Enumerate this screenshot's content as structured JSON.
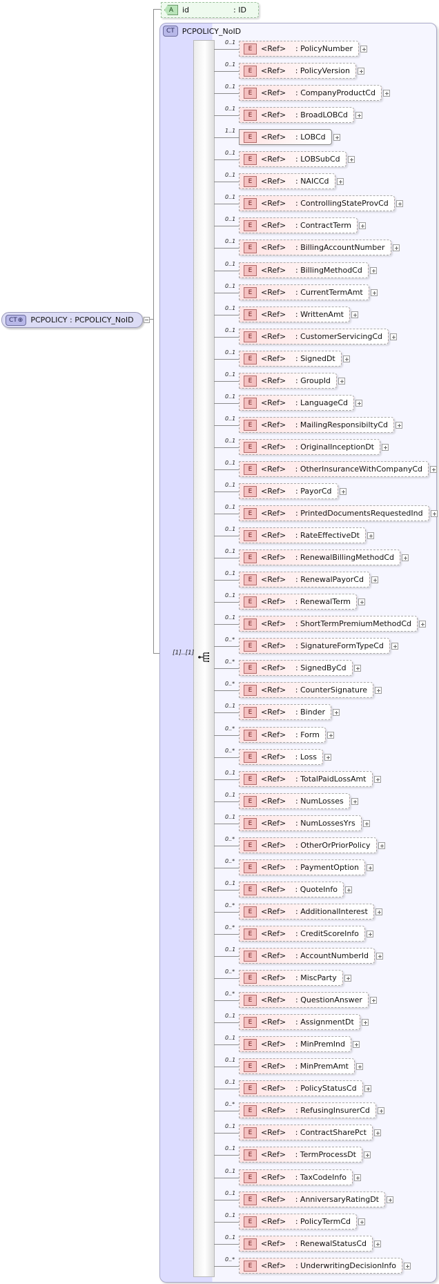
{
  "root": {
    "badge": "CT",
    "label": "PCPOLICY : PCPOLICY_NoID"
  },
  "attribute": {
    "badge": "A",
    "name": "id",
    "type": ": ID"
  },
  "complex_type": {
    "badge": "CT",
    "name": "PCPOLICY_NoID"
  },
  "sequence": {
    "cardinality": "[1]..[1]"
  },
  "element_badge": "E",
  "ref_label": "<Ref>",
  "elements": [
    {
      "name": ": PolicyNumber",
      "card": "0..1"
    },
    {
      "name": ": PolicyVersion",
      "card": "0..1"
    },
    {
      "name": ": CompanyProductCd",
      "card": "0..1"
    },
    {
      "name": ": BroadLOBCd",
      "card": "0..1"
    },
    {
      "name": ": LOBCd",
      "card": "1..1"
    },
    {
      "name": ": LOBSubCd",
      "card": "0..1"
    },
    {
      "name": ": NAICCd",
      "card": "0..1"
    },
    {
      "name": ": ControllingStateProvCd",
      "card": "0..1"
    },
    {
      "name": ": ContractTerm",
      "card": "0..1"
    },
    {
      "name": ": BillingAccountNumber",
      "card": "0..1"
    },
    {
      "name": ": BillingMethodCd",
      "card": "0..1"
    },
    {
      "name": ": CurrentTermAmt",
      "card": "0..1"
    },
    {
      "name": ": WrittenAmt",
      "card": "0..1"
    },
    {
      "name": ": CustomerServicingCd",
      "card": "0..1"
    },
    {
      "name": ": SignedDt",
      "card": "0..1"
    },
    {
      "name": ": GroupId",
      "card": "0..1"
    },
    {
      "name": ": LanguageCd",
      "card": "0..1"
    },
    {
      "name": ": MailingResponsibiltyCd",
      "card": "0..1"
    },
    {
      "name": ": OriginalInceptionDt",
      "card": "0..1"
    },
    {
      "name": ": OtherInsuranceWithCompanyCd",
      "card": "0..1"
    },
    {
      "name": ": PayorCd",
      "card": "0..1"
    },
    {
      "name": ": PrintedDocumentsRequestedInd",
      "card": "0..1"
    },
    {
      "name": ": RateEffectiveDt",
      "card": "0..1"
    },
    {
      "name": ": RenewalBillingMethodCd",
      "card": "0..1"
    },
    {
      "name": ": RenewalPayorCd",
      "card": "0..1"
    },
    {
      "name": ": RenewalTerm",
      "card": "0..1"
    },
    {
      "name": ": ShortTermPremiumMethodCd",
      "card": "0..1"
    },
    {
      "name": ": SignatureFormTypeCd",
      "card": "0..*"
    },
    {
      "name": ": SignedByCd",
      "card": "0..*"
    },
    {
      "name": ": CounterSignature",
      "card": "0..*"
    },
    {
      "name": ": Binder",
      "card": "0..1"
    },
    {
      "name": ": Form",
      "card": "0..*"
    },
    {
      "name": ": Loss",
      "card": "0..*"
    },
    {
      "name": ": TotalPaidLossAmt",
      "card": "0..1"
    },
    {
      "name": ": NumLosses",
      "card": "0..1"
    },
    {
      "name": ": NumLossesYrs",
      "card": "0..1"
    },
    {
      "name": ": OtherOrPriorPolicy",
      "card": "0..*"
    },
    {
      "name": ": PaymentOption",
      "card": "0..*"
    },
    {
      "name": ": QuoteInfo",
      "card": "0..1"
    },
    {
      "name": ": AdditionalInterest",
      "card": "0..*"
    },
    {
      "name": ": CreditScoreInfo",
      "card": "0..*"
    },
    {
      "name": ": AccountNumberId",
      "card": "0..1"
    },
    {
      "name": ": MiscParty",
      "card": "0..*"
    },
    {
      "name": ": QuestionAnswer",
      "card": "0..*"
    },
    {
      "name": ": AssignmentDt",
      "card": "0..1"
    },
    {
      "name": ": MinPremInd",
      "card": "0..1"
    },
    {
      "name": ": MinPremAmt",
      "card": "0..1"
    },
    {
      "name": ": PolicyStatusCd",
      "card": "0..1"
    },
    {
      "name": ": RefusingInsurerCd",
      "card": "0..*"
    },
    {
      "name": ": ContractSharePct",
      "card": "0..1"
    },
    {
      "name": ": TermProcessDt",
      "card": "0..1"
    },
    {
      "name": ": TaxCodeInfo",
      "card": "0..1"
    },
    {
      "name": ": AnniversaryRatingDt",
      "card": "0..1"
    },
    {
      "name": ": PolicyTermCd",
      "card": "0..1"
    },
    {
      "name": ": RenewalStatusCd",
      "card": "0..1"
    },
    {
      "name": ": UnderwritingDecisionInfo",
      "card": "0..*"
    }
  ]
}
